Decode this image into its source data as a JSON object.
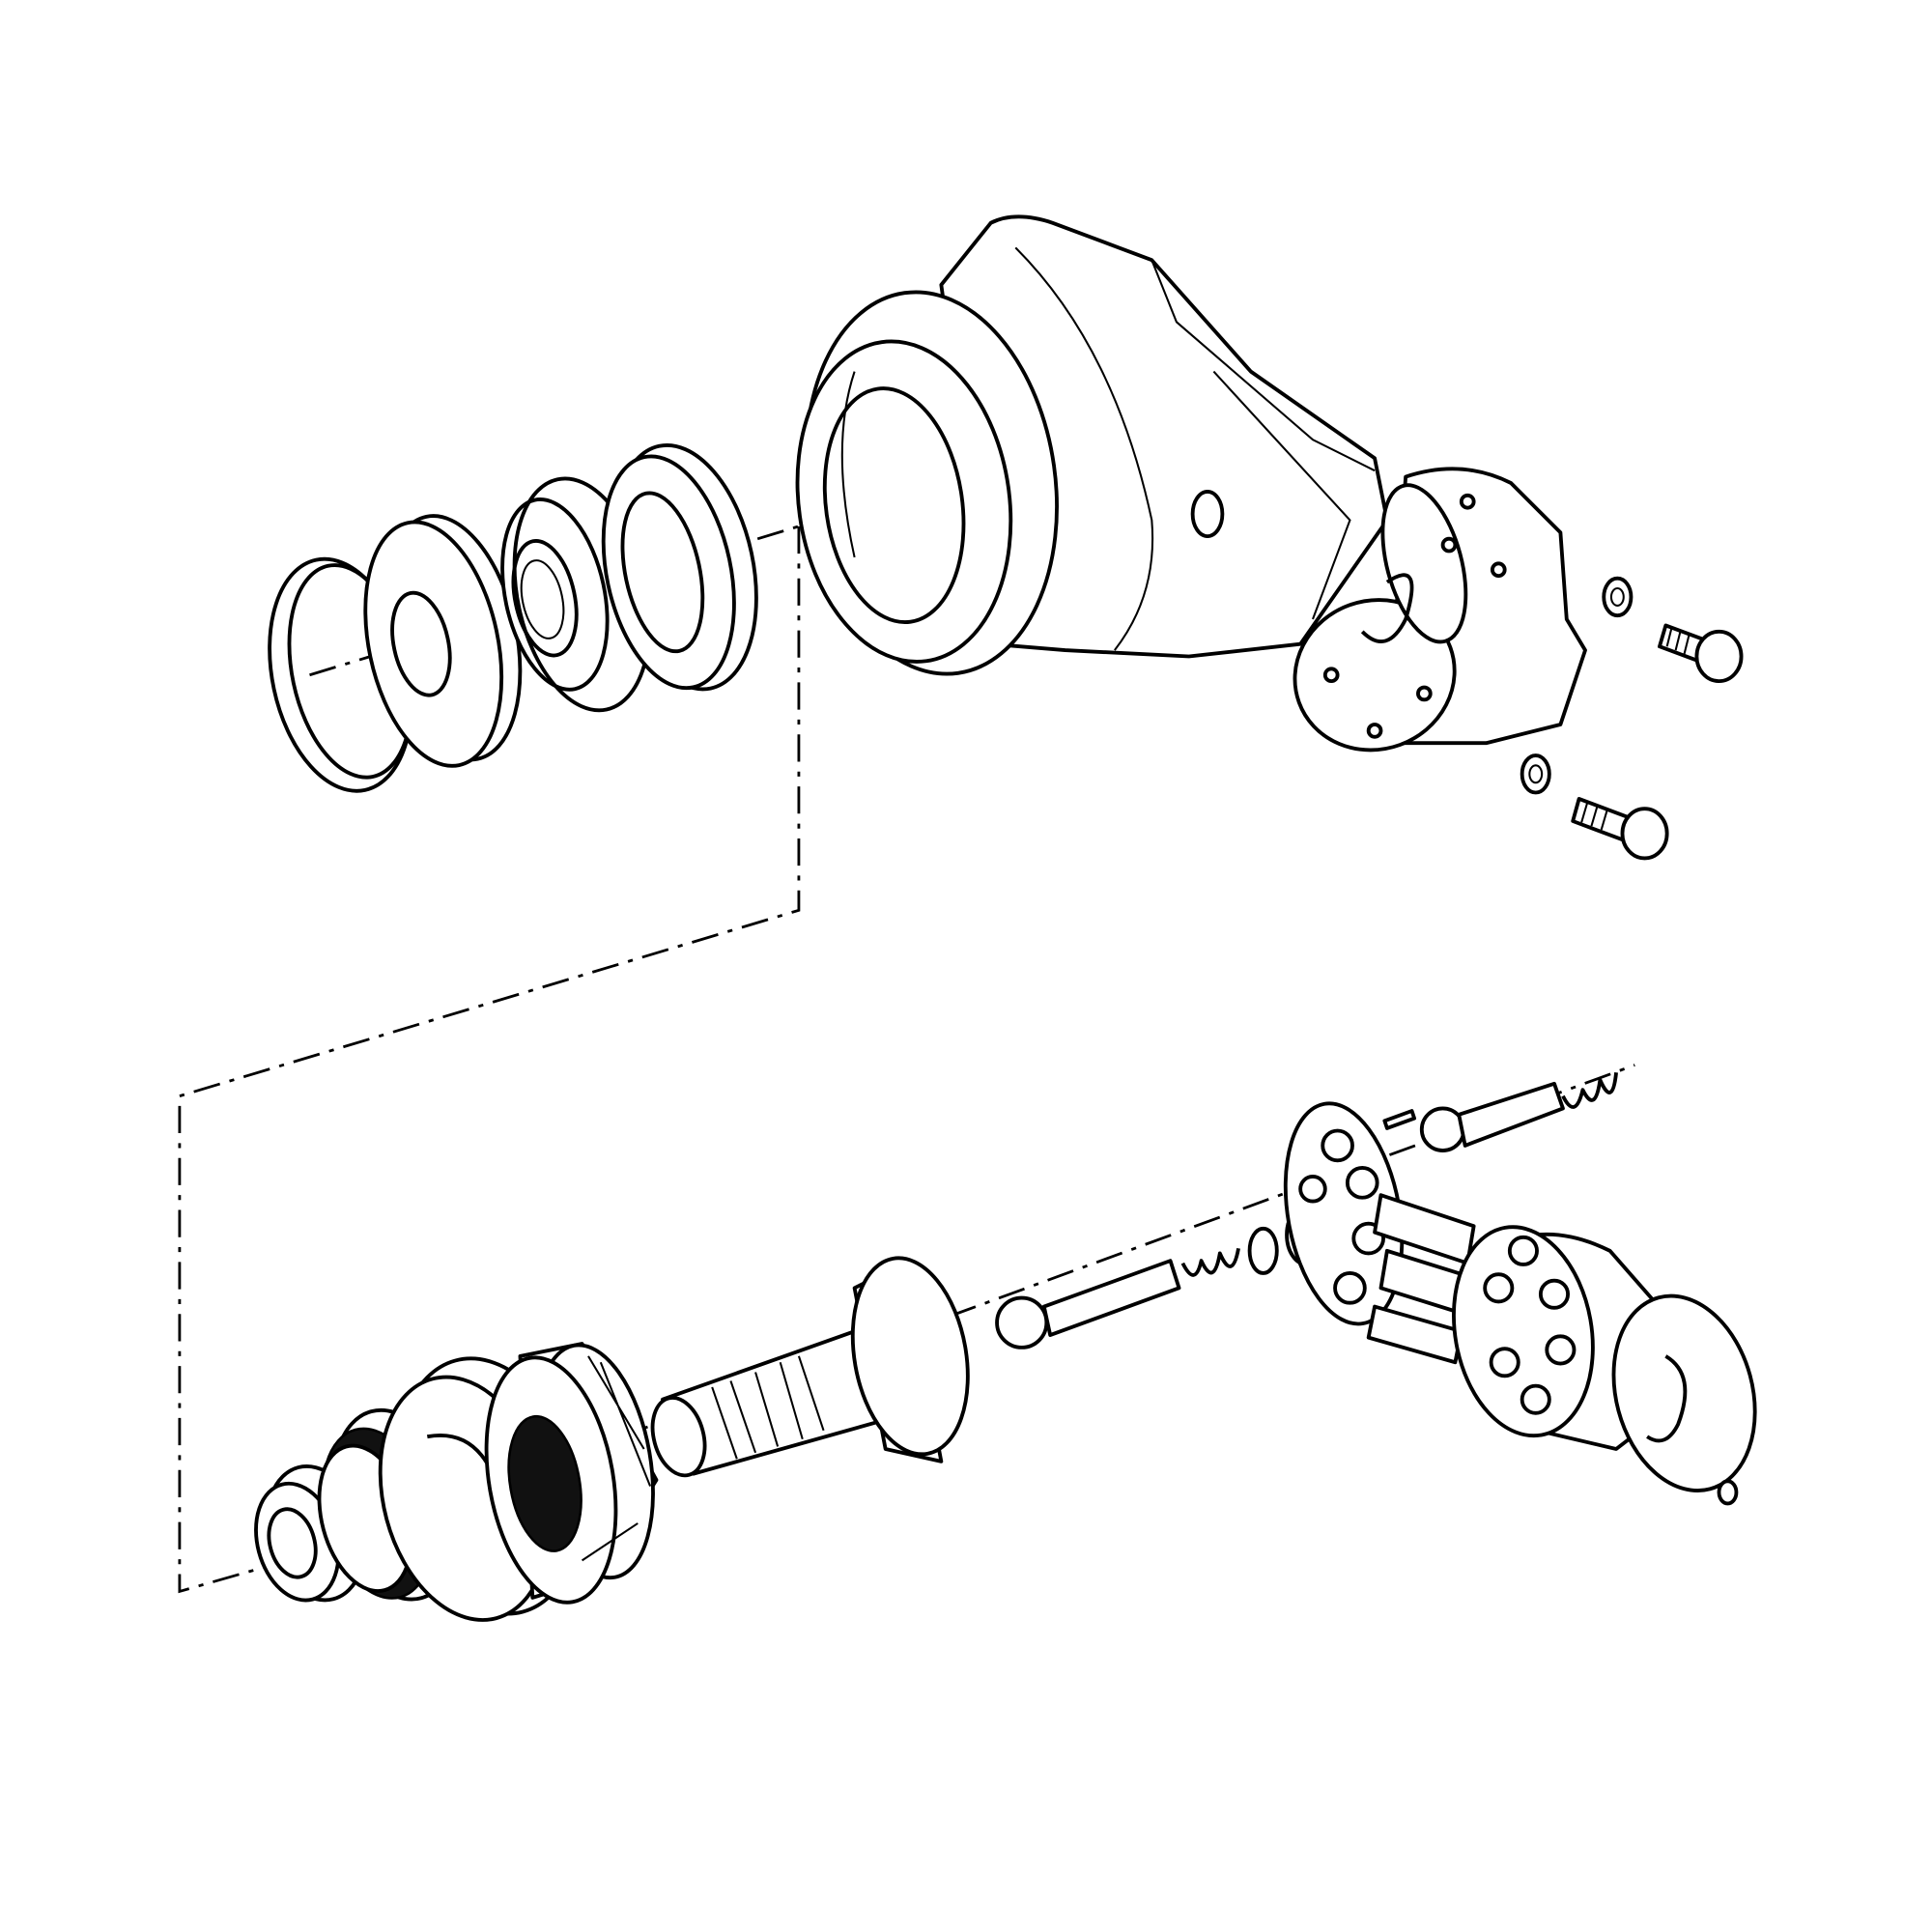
{
  "diagram": {
    "type": "exploded-view line drawing",
    "colors": {
      "line": "#000000",
      "background": "#ffffff"
    },
    "parts": [
      "snap-ring",
      "bearing-ring",
      "shaft-seal",
      "thin-ring",
      "spring-washer",
      "motor-housing",
      "flange-cover",
      "washer",
      "socket-head-bolt",
      "lock-nut",
      "tapered-bearing",
      "bearing-race",
      "roller-bearing",
      "splined-drive-shaft",
      "piston-rod",
      "compression-spring",
      "retainer-plate",
      "piston",
      "cylinder-block",
      "valve-plate",
      "pin"
    ]
  }
}
